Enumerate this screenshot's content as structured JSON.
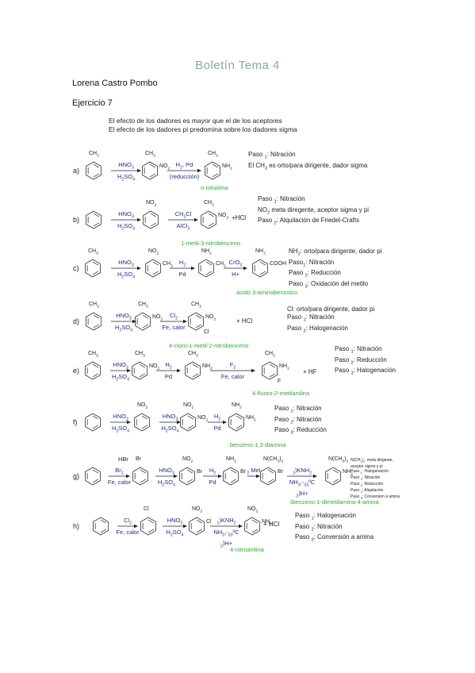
{
  "title": "Boletín Tema 4",
  "author": "Lorena Castro Pombo",
  "exercise": "Ejercicio 7",
  "intro": [
    "El efecto de los dadores es mayor que el de los aceptores",
    "El efecto de los dadores pi predomina sobre los dadores sigma"
  ],
  "rows": [
    {
      "label": "a)",
      "reagents": [
        "HNO3\nH2SO4",
        "H2, Pd\n(reducción)"
      ],
      "substituents": [
        "CH3",
        "CH3 NO2",
        "CH3 NH2"
      ],
      "product": "o-toluidina",
      "notes": [
        "Paso 1: Nitración",
        "El CH3 es orto/para dirigente, dador sigma"
      ]
    },
    {
      "label": "b)",
      "reagents": [
        "HNO3\nH2SO4",
        "CH3Cl\nAlCl3"
      ],
      "substituents": [
        "",
        "NO2",
        "CH3 NO2"
      ],
      "extra": "+HCl",
      "product": "1-metil-3-nitrobenceno",
      "notes": [
        "Paso 1: Nitración",
        "NO2 meta diregente, aceptor sigma y pi",
        "Paso 2: Alquilación de Friedel-Crafts"
      ]
    },
    {
      "label": "c)",
      "reagents": [
        "HNO3\nH2SO4",
        "H2\nPd",
        "CrO3\nH+"
      ],
      "substituents": [
        "CH3",
        "NO2 CH3",
        "NH2 CH3",
        "NH2 COOH"
      ],
      "product": "ácido 3-aminobenzoico",
      "notes": [
        "NH2: orto/para dirigente, dador pi",
        "Paso1: Nitración",
        "Paso 2: Reducción",
        "Paso 3: Oxidación del metilo"
      ]
    },
    {
      "label": "d)",
      "reagents": [
        "HNO3\nH2SO4",
        "Cl2\nFe, calor"
      ],
      "substituents": [
        "CH3",
        "CH3 NO2",
        "CH3 NO2 Cl"
      ],
      "extra": "+ HCl",
      "product": "4-cloro-1-metil-2-nitrobenceno",
      "notes": [
        "Cl: orto/para dirigente, dador pi",
        "Paso 1: Nitración",
        "Paso 2: Halogenación"
      ]
    },
    {
      "label": "e)",
      "reagents": [
        "HNO3\nH2SO4",
        "H2\nPd",
        "F2\nFe, calor"
      ],
      "substituents": [
        "CH3",
        "CH3 NO2",
        "CH3 NH2",
        "CH3 NH2 F"
      ],
      "extra": "+ HF",
      "product": "4-fluoro-2-metilanilina",
      "notes": [
        "Paso 1: Nitración",
        "Paso 2: Reducción",
        "Paso 3: Halogenación"
      ]
    },
    {
      "label": "f)",
      "reagents": [
        "HNO3\nH2SO4",
        "HNO3\nH2SO4",
        "H2\nPd"
      ],
      "substituents": [
        "",
        "NO2",
        "NO2 NO2",
        "NH2 NH2"
      ],
      "product": "benzeno-1,3-diamina",
      "notes": [
        "Paso 1: Nitración",
        "Paso 2: Nitración",
        "Paso 3: Reducción"
      ]
    },
    {
      "label": "g)",
      "reagents": [
        "Br2\nFe, calor",
        "HNO3\nH2SO4",
        "H2\nPd",
        "2 MeI",
        "1)KNH2\nNH3,-33ºC\n2)H+"
      ],
      "above": "HBr",
      "substituents": [
        "",
        "Br",
        "NO2 Br",
        "NH2 Br",
        "N(CH3)2 Br",
        "N(CH3)2 NH2"
      ],
      "product": "Ibenzeno-1-dimetilamina-4-amina",
      "notes": [
        "N(CH3)2: meta dirigente,",
        "aceptor sigma y pi",
        "Paso 1: Halogenación",
        "Paso 2: Nitración",
        "Paso 3: Reducción",
        "Paso 4: Alquilación",
        "Paso 5: Conversión a amina"
      ]
    },
    {
      "label": "h)",
      "reagents": [
        "Cl2\nFe, calor",
        "HNO3\nH2SO4",
        "1)KNH2\nNH3,-33ºC\n2)H+"
      ],
      "substituents": [
        "",
        "Cl",
        "NO2 Cl",
        "NO2 NH2"
      ],
      "extra": "+ HCl",
      "product": "4-nitroanilina",
      "notes": [
        "Paso 1: Halogenación",
        "Paso 2: Nitración",
        "Paso 3: Conversión a amina"
      ]
    }
  ]
}
